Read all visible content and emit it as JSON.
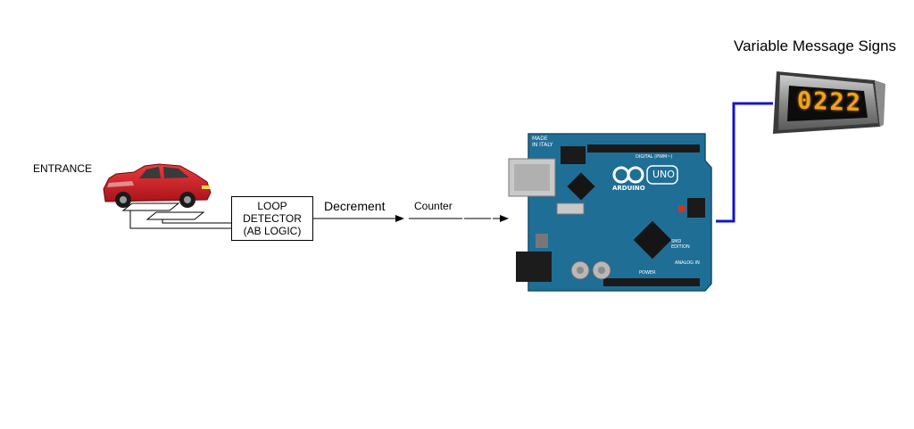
{
  "labels": {
    "entrance": "ENTRANCE",
    "loop_detector": [
      "LOOP",
      "DETECTOR",
      "(AB LOGIC)"
    ],
    "decrement": "Decrement",
    "counter": "Counter",
    "vms": "Variable Message Signs"
  },
  "sign": {
    "display_value": "0222",
    "led_color": "#f2a21a"
  },
  "board": {
    "brand": "ARDUINO",
    "model": "UNO",
    "made_in": [
      "MADE",
      "IN ITALY"
    ],
    "header_digital": "DIGITAL (PWM~)",
    "header_analog": "ANALOG IN",
    "header_power": "POWER",
    "smd": [
      "SMD",
      "EDITION"
    ],
    "color": "#1d6c93"
  },
  "colors": {
    "car": "#d8242a",
    "wire": "#1414c8",
    "line": "#000000"
  }
}
